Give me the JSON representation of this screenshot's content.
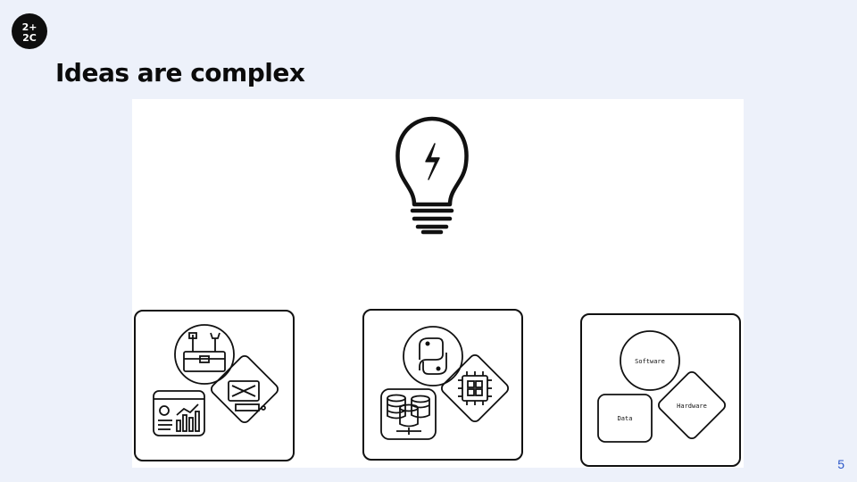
{
  "slide": {
    "logo_text_top": "2+",
    "logo_text_bottom": "2C",
    "title": "Ideas are complex",
    "page_number": "5"
  },
  "diagram": {
    "icons": {
      "center": "lightbulb-icon",
      "card1": [
        "toolbox-icon",
        "dashboard-chart-icon",
        "computer-icon"
      ],
      "card2": [
        "python-logo-icon",
        "database-icon",
        "chip-icon"
      ]
    },
    "card3_labels": {
      "software": "Software",
      "hardware": "Hardware",
      "data": "Data"
    }
  }
}
